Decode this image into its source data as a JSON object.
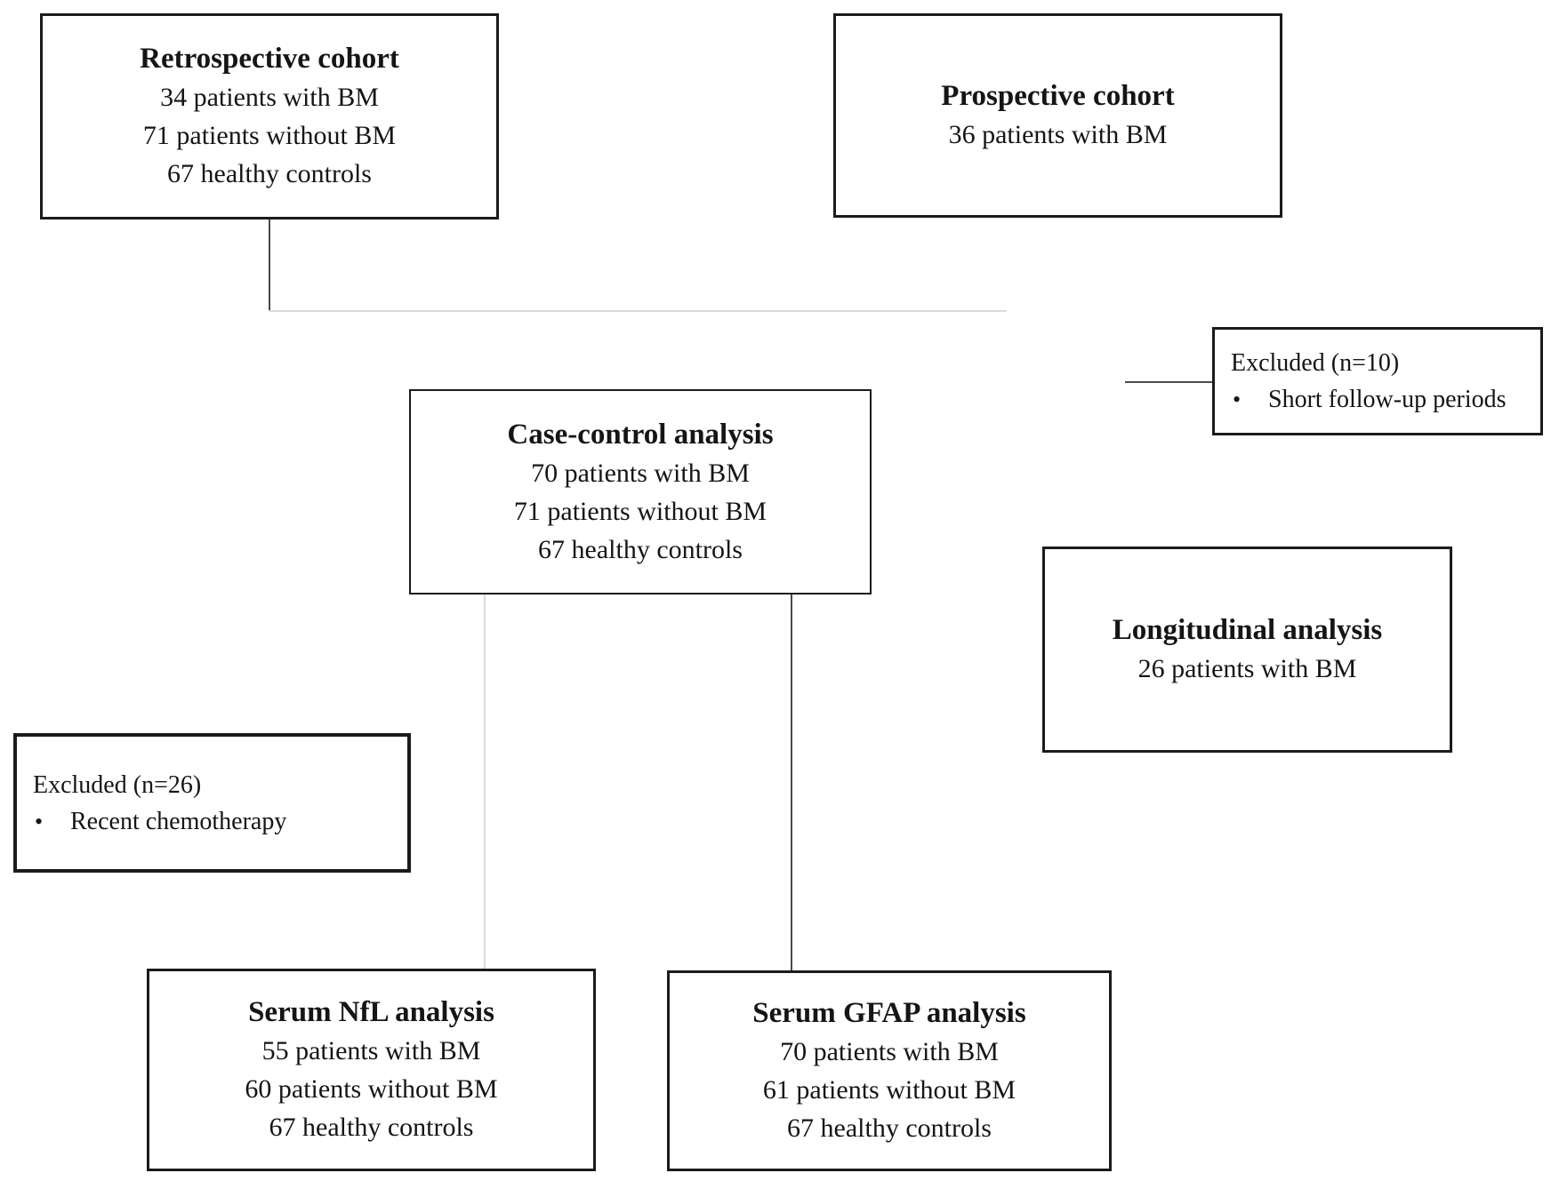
{
  "figure": {
    "type": "study-flow-diagram",
    "bullet_char": "•",
    "colors": {
      "background": "#ffffff",
      "box-border": "#1b1b1b",
      "text": "#151515",
      "line-dark": "#4a4a4a",
      "line-light": "#dadada"
    },
    "boxes": {
      "retrospective": {
        "title": "Retrospective cohort",
        "lines": [
          "34 patients with BM",
          "71 patients without BM",
          "67 healthy controls"
        ]
      },
      "prospective": {
        "title": "Prospective cohort",
        "lines": [
          "36 patients with BM"
        ]
      },
      "case_control": {
        "title": "Case-control analysis",
        "lines": [
          "70 patients with BM",
          "71 patients without BM",
          "67 healthy controls"
        ]
      },
      "excluded_followup": {
        "label": "Excluded (n=10)",
        "reason": "Short follow-up periods"
      },
      "longitudinal": {
        "title": "Longitudinal analysis",
        "lines": [
          "26 patients with BM"
        ]
      },
      "excluded_chemo": {
        "label": "Excluded (n=26)",
        "reason": "Recent chemotherapy"
      },
      "serum_nfl": {
        "title": "Serum NfL analysis",
        "lines": [
          "55 patients with BM",
          "60 patients without BM",
          "67 healthy controls"
        ]
      },
      "serum_gfap": {
        "title": "Serum GFAP analysis",
        "lines": [
          "70 patients with BM",
          "61 patients without BM",
          "67 healthy controls"
        ]
      }
    }
  }
}
